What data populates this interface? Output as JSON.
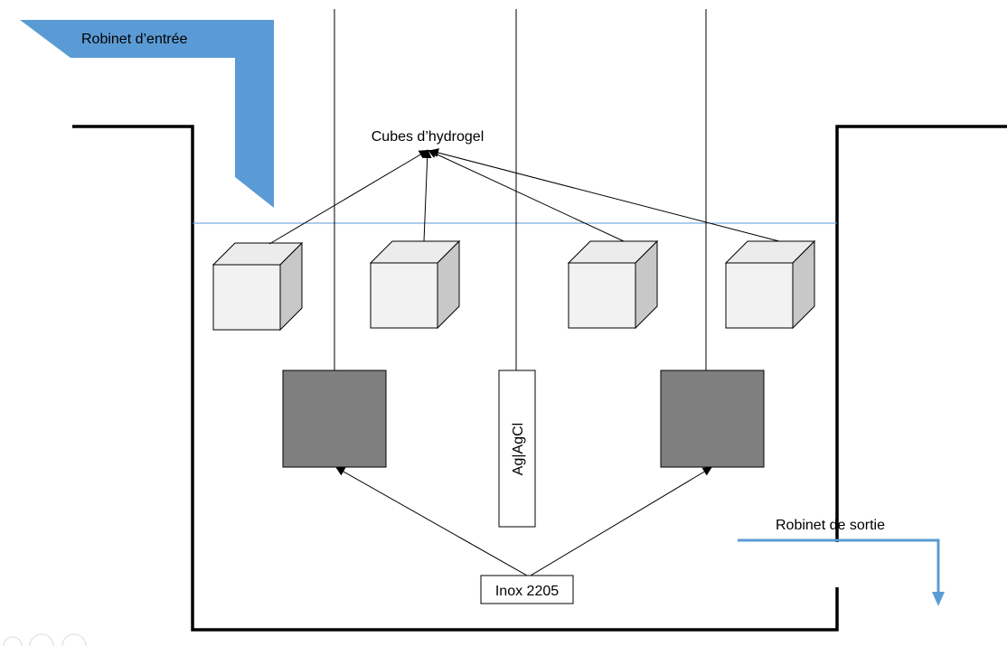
{
  "labels": {
    "inlet": "Robinet d’entrée",
    "outlet": "Robinet de sortie",
    "hydrogel": "Cubes d’hydrogel",
    "reference": "Ag|AgCl",
    "steel": "Inox 2205"
  },
  "colors": {
    "pipe": "#5b9bd5",
    "water_line": "#5b9bd5",
    "electrode": "#7f7f7f",
    "cube_face": "#f2f2f2",
    "cube_top": "#ececec",
    "cube_side": "#c8c8c8",
    "outline": "#000000"
  }
}
